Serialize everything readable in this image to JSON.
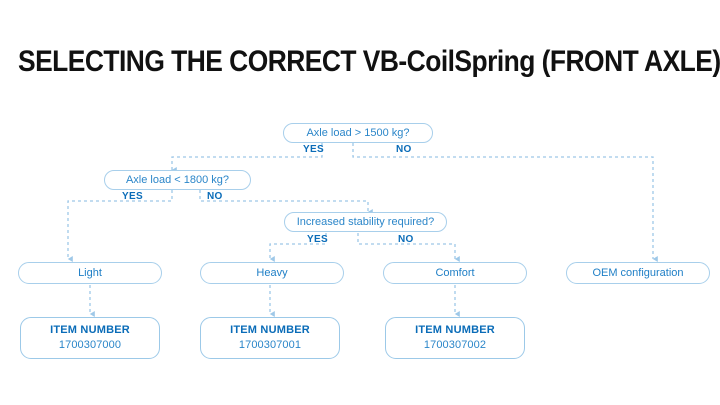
{
  "page": {
    "title": "SELECTING THE CORRECT VB-CoilSpring (FRONT AXLE)",
    "background_color": "#ffffff",
    "title_color": "#111111"
  },
  "colors": {
    "node_border": "#a8cfeb",
    "node_text": "#2b86c9",
    "label_text": "#0a6cb8",
    "connector": "#9ec8e8"
  },
  "diagram": {
    "type": "flowchart",
    "decisions": [
      {
        "id": "d1",
        "question": "Axle load > 1500 kg?",
        "yes_label": "YES",
        "no_label": "NO",
        "yes_target": "d2",
        "no_target": "r4"
      },
      {
        "id": "d2",
        "question": "Axle load < 1800 kg?",
        "yes_label": "YES",
        "no_label": "NO",
        "yes_target": "r1",
        "no_target": "d3"
      },
      {
        "id": "d3",
        "question": "Increased stability required?",
        "yes_label": "YES",
        "no_label": "NO",
        "yes_target": "r2",
        "no_target": "r3"
      }
    ],
    "results": [
      {
        "id": "r1",
        "label": "Light"
      },
      {
        "id": "r2",
        "label": "Heavy"
      },
      {
        "id": "r3",
        "label": "Comfort"
      },
      {
        "id": "r4",
        "label": "OEM configuration"
      }
    ],
    "items": [
      {
        "id": "i1",
        "title": "ITEM NUMBER",
        "value": "1700307000",
        "from": "r1"
      },
      {
        "id": "i2",
        "title": "ITEM NUMBER",
        "value": "1700307001",
        "from": "r2"
      },
      {
        "id": "i3",
        "title": "ITEM NUMBER",
        "value": "1700307002",
        "from": "r3"
      }
    ]
  }
}
